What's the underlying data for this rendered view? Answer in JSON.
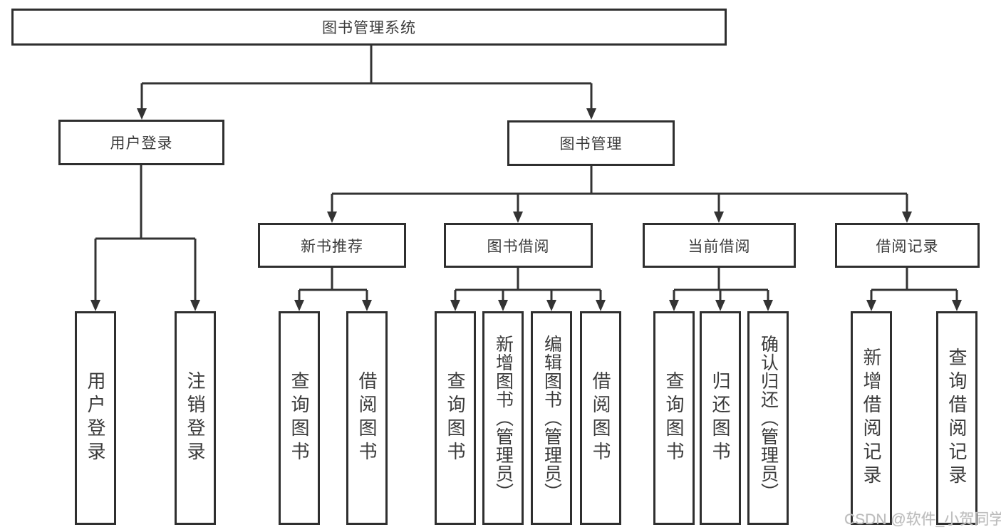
{
  "diagram": {
    "type": "hierarchy-tree",
    "orientation": "top-down"
  },
  "tree": {
    "label": "图书管理系统",
    "children": [
      {
        "label": "用户登录",
        "children": [
          {
            "label": "用户登录"
          },
          {
            "label": "注销登录"
          }
        ]
      },
      {
        "label": "图书管理",
        "children": [
          {
            "label": "新书推荐",
            "children": [
              {
                "label": "查询图书"
              },
              {
                "label": "借阅图书"
              }
            ]
          },
          {
            "label": "图书借阅",
            "children": [
              {
                "label": "查询图书"
              },
              {
                "label": "新增图书（管理员）"
              },
              {
                "label": "编辑图书（管理员）"
              },
              {
                "label": "借阅图书"
              }
            ]
          },
          {
            "label": "当前借阅",
            "children": [
              {
                "label": "查询图书"
              },
              {
                "label": "归还图书"
              },
              {
                "label": "确认归还（管理员）"
              }
            ]
          },
          {
            "label": "借阅记录",
            "children": [
              {
                "label": "新增借阅记录"
              },
              {
                "label": "查询借阅记录"
              }
            ]
          }
        ]
      }
    ]
  },
  "watermark": {
    "text": "CSDN @软件_小贺同学"
  },
  "colors": {
    "line": "#333333",
    "border": "#2f2f2f",
    "text": "#3b3b3b",
    "watermark": "#bcbcbc",
    "background": "#ffffff"
  }
}
